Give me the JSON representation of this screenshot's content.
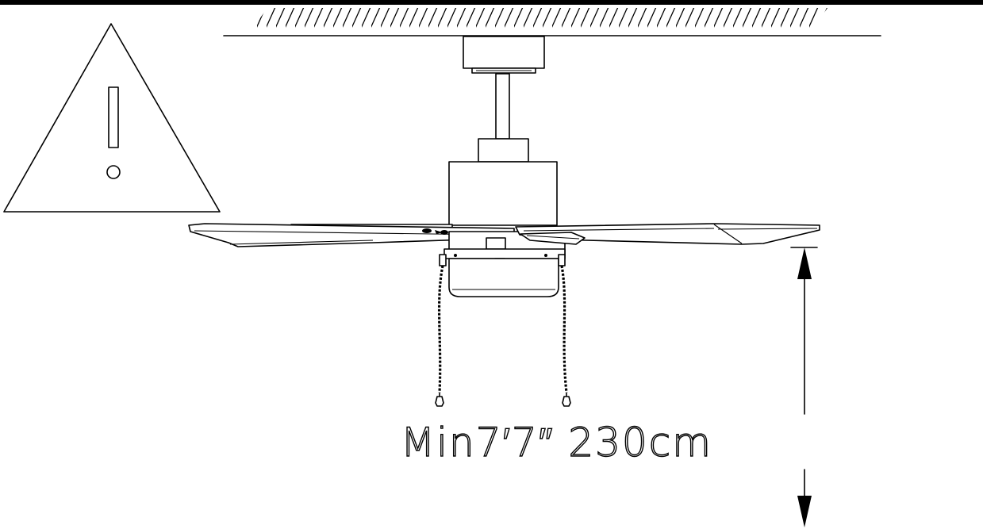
{
  "diagram": {
    "clearance_label": "Min7′7″  230cm",
    "colors": {
      "ink": "#000000",
      "background": "#ffffff"
    },
    "icons": [
      "warning-icon",
      "ceiling-fan",
      "dimension-arrow"
    ]
  }
}
